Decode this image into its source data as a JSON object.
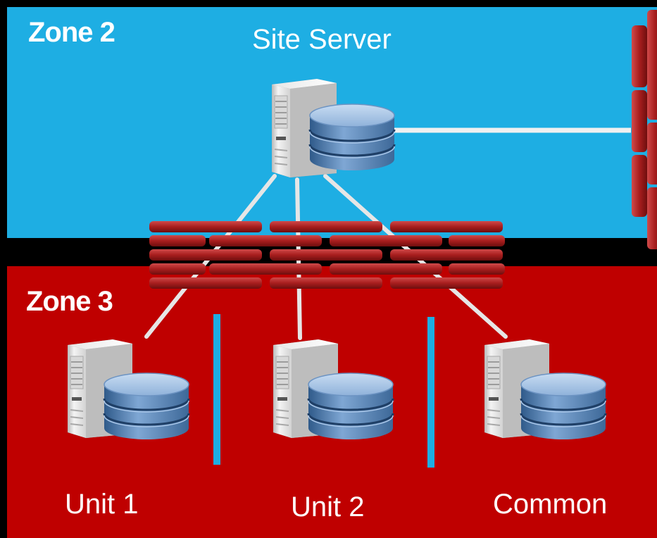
{
  "zones": {
    "zone2": {
      "title": "Zone 2",
      "color": "#1eaee3"
    },
    "zone3": {
      "title": "Zone 3",
      "color": "#bf0000"
    }
  },
  "nodes": {
    "site_server": "Site Server",
    "unit1": "Unit 1",
    "unit2": "Unit 2",
    "common": "Common"
  },
  "icons": {
    "server": "server-tower-icon",
    "database": "database-icon",
    "firewall": "firewall-brick-wall-icon"
  },
  "colors": {
    "brick": "#a81e1e",
    "connector": "#e6e6e6",
    "divider": "#1eaee3"
  }
}
